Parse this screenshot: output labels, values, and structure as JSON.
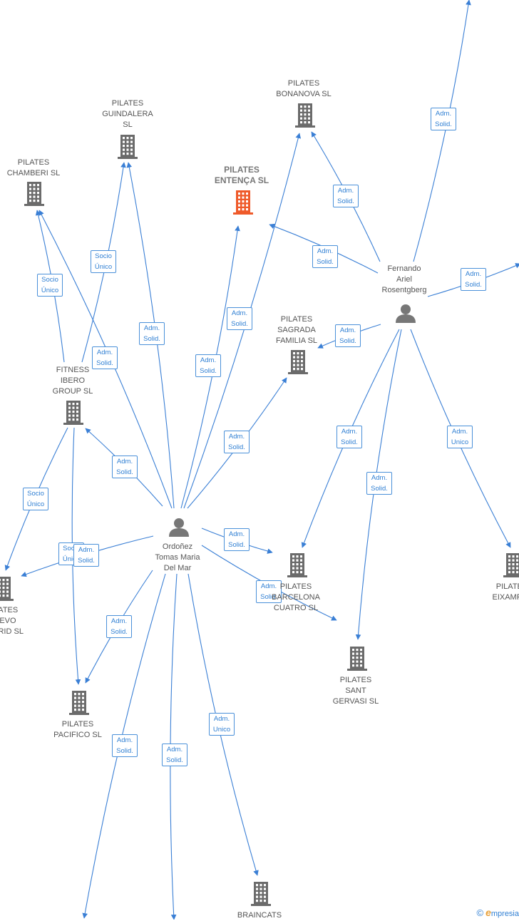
{
  "colors": {
    "edge": "#3a7fd5",
    "building": "#6b6b6b",
    "building_main": "#ef5a2a",
    "person": "#777777"
  },
  "nodes": [
    {
      "id": "entenca",
      "label": "PILATES\nENTENÇA SL",
      "icon": "building-icon",
      "main": true
    },
    {
      "id": "bonanova",
      "label": "PILATES\nBONANOVA SL",
      "icon": "building-icon"
    },
    {
      "id": "guindalera",
      "label": "PILATES\nGUINDALERA\nSL",
      "icon": "building-icon"
    },
    {
      "id": "chamberi",
      "label": "PILATES\nCHAMBERI SL",
      "icon": "building-icon"
    },
    {
      "id": "fitness",
      "label": "FITNESS\nIBERO\nGROUP SL",
      "icon": "building-icon"
    },
    {
      "id": "sagrada",
      "label": "PILATES\nSAGRADA\nFAMILIA SL",
      "icon": "building-icon"
    },
    {
      "id": "fernando",
      "label": "Fernando\nAriel\nRosentgberg",
      "icon": "person-icon"
    },
    {
      "id": "ordonez",
      "label": "Ordoñez\nTomas Maria\nDel Mar",
      "icon": "person-icon"
    },
    {
      "id": "barcelona",
      "label": "PILATES\nBARCELONA\nCUATRO SL",
      "icon": "building-icon"
    },
    {
      "id": "eixample",
      "label": "PILATES\nEIXAMPLE",
      "icon": "building-icon"
    },
    {
      "id": "madrid",
      "label": "PILATES\nNUEVO\nMADRID SL",
      "icon": "building-icon"
    },
    {
      "id": "pacifico",
      "label": "PILATES\nPACIFICO SL",
      "icon": "building-icon"
    },
    {
      "id": "gervasi",
      "label": "PILATES\nSANT\nGERVASI SL",
      "icon": "building-icon"
    },
    {
      "id": "braincats",
      "label": "BRAINCATS",
      "icon": "building-icon"
    }
  ],
  "edges": [
    {
      "from": "fernando",
      "to": "top-right",
      "label": "Adm.\nSolid."
    },
    {
      "from": "fernando",
      "to": "bonanova",
      "label": "Adm.\nSolid."
    },
    {
      "from": "fernando",
      "to": "entenca",
      "label": "Adm.\nSolid."
    },
    {
      "from": "fernando",
      "to": "right-edge",
      "label": "Adm.\nSolid."
    },
    {
      "from": "fernando",
      "to": "sagrada",
      "label": "Adm.\nSolid."
    },
    {
      "from": "fernando",
      "to": "barcelona",
      "label": "Adm.\nSolid."
    },
    {
      "from": "fernando",
      "to": "gervasi",
      "label": "Adm.\nSolid."
    },
    {
      "from": "fernando",
      "to": "eixample",
      "label": "Adm.\nUnico"
    },
    {
      "from": "fitness",
      "to": "guindalera",
      "label": "Socio\nÚnico"
    },
    {
      "from": "fitness",
      "to": "chamberi",
      "label": "Socio\nÚnico"
    },
    {
      "from": "fitness",
      "to": "madrid",
      "label": "Socio\nÚnico"
    },
    {
      "from": "fitness",
      "to": "pacifico",
      "label": "Socio\nÚnico"
    },
    {
      "from": "ordonez",
      "to": "chamberi",
      "label": "Adm.\nSolid."
    },
    {
      "from": "ordonez",
      "to": "guindalera",
      "label": "Adm.\nSolid."
    },
    {
      "from": "ordonez",
      "to": "entenca",
      "label": "Adm.\nSolid."
    },
    {
      "from": "ordonez",
      "to": "bonanova",
      "label": "Adm.\nSolid."
    },
    {
      "from": "ordonez",
      "to": "sagrada",
      "label": "Adm.\nSolid."
    },
    {
      "from": "ordonez",
      "to": "fitness",
      "label": "Adm.\nSolid."
    },
    {
      "from": "ordonez",
      "to": "barcelona",
      "label": "Adm.\nSolid."
    },
    {
      "from": "ordonez",
      "to": "gervasi",
      "label": "Adm.\nSolid."
    },
    {
      "from": "ordonez",
      "to": "madrid",
      "label": "Adm.\nSolid."
    },
    {
      "from": "ordonez",
      "to": "pacifico",
      "label": "Adm.\nSolid."
    },
    {
      "from": "ordonez",
      "to": "bottom-left",
      "label": "Adm.\nSolid."
    },
    {
      "from": "ordonez",
      "to": "bottom-mid",
      "label": "Adm.\nSolid."
    },
    {
      "from": "ordonez",
      "to": "braincats",
      "label": "Adm.\nUnico"
    }
  ],
  "footer": {
    "copyright": "©",
    "brand_initial": "e",
    "brand_rest": "mpresia"
  }
}
